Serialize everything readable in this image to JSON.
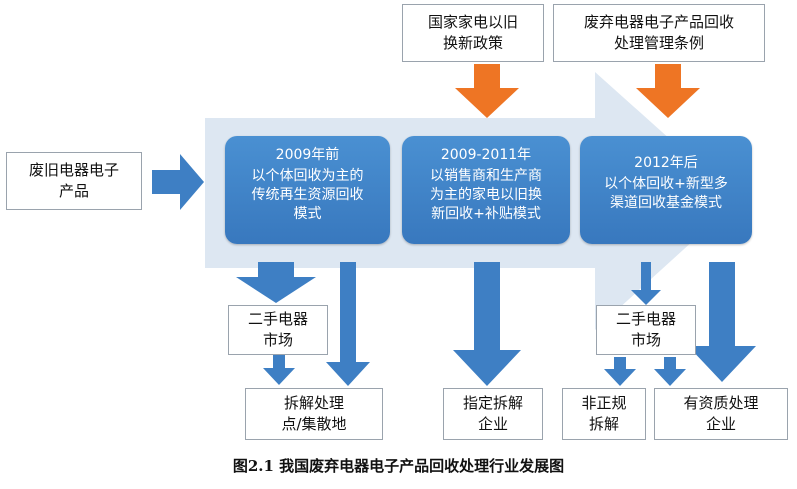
{
  "inputs": {
    "waste_products": "废旧电器电子\n产品",
    "trade_in_policy": "国家家电以旧\n换新政策",
    "regulation": "废弃电器电子产品回收\n处理管理条例"
  },
  "stages": [
    {
      "title": "2009年前",
      "body": "以个体回收为主的\n传统再生资源回收\n模式"
    },
    {
      "title": "2009-2011年",
      "body": "以销售商和生产商\n为主的家电以旧换\n新回收+补贴模式"
    },
    {
      "title": "2012年后",
      "body": "以个体回收+新型多\n渠道回收基金模式"
    }
  ],
  "outputs": {
    "secondhand_1": "二手电器\n市场",
    "dismantling_sites": "拆解处理\n点/集散地",
    "designated": "指定拆解\n企业",
    "secondhand_2": "二手电器\n市场",
    "informal": "非正规\n拆解",
    "qualified": "有资质处理\n企业"
  },
  "caption": "图2.1  我国废弃电器电子产品回收处理行业发展图",
  "colors": {
    "stage_fill": "#3f83c8",
    "band_fill": "#dde7f2",
    "blue_arrow": "#3e7fc4",
    "orange_arrow": "#ee7524",
    "box_border": "#9aa3ad"
  }
}
